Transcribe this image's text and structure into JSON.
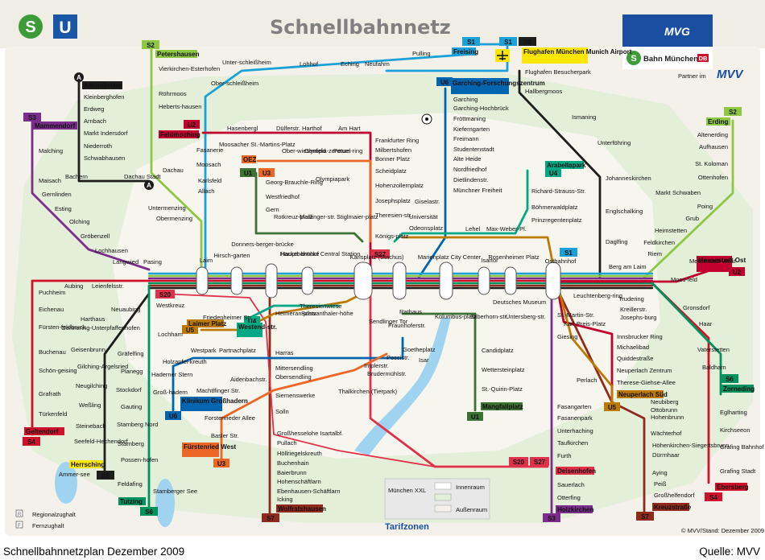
{
  "map": {
    "title": "Schnellbahnnetz",
    "operator_logo_text": "MVG",
    "sbahn_logo_text": "Bahn München",
    "db_logo_text": "DB",
    "partner_text": "Partner im",
    "mvv_logo_text": "MVV",
    "copyright": "© MVV/Stand: Dezember 2009",
    "zone_title": "Tarifzonen",
    "zone_munich_xxl": "München XXL",
    "zone_inner": "Innenraum",
    "zone_outer": "Außenraum",
    "legend_regional": "Regionalzughalt",
    "legend_long_distance": "Fernzughalt",
    "lake_ammersee": "Ammer-see",
    "lake_starnberger": "Starnberger See",
    "river_isar": "Isar",
    "olympia_label": "Olympiapark",
    "museum_label": "Deutsches Museum",
    "rathaus_label": "Rathaus"
  },
  "caption": {
    "left": "Schnellbahnnetzplan Dezember 2009",
    "right": "Quelle: MVV"
  },
  "lines": {
    "S1": {
      "label": "S1",
      "color": "#1ba0d7"
    },
    "S2": {
      "label": "S2",
      "color": "#8ec741"
    },
    "S3": {
      "label": "S3",
      "color": "#7b2d8b"
    },
    "S4": {
      "label": "S4",
      "color": "#d0112b"
    },
    "S6": {
      "label": "S6",
      "color": "#00935f"
    },
    "S7": {
      "label": "S7",
      "color": "#902a1c"
    },
    "S8": {
      "label": "S8",
      "color": "#1d1d1b"
    },
    "S20": {
      "label": "S20",
      "color": "#e0314a"
    },
    "S27": {
      "label": "S27",
      "color": "#e0314a"
    },
    "U1": {
      "label": "U1",
      "color": "#3c7233"
    },
    "U2": {
      "label": "U2",
      "color": "#c2002f"
    },
    "U3": {
      "label": "U3",
      "color": "#ec6726"
    },
    "U4": {
      "label": "U4",
      "color": "#00a984"
    },
    "U5": {
      "label": "U5",
      "color": "#bc7a00"
    },
    "U6": {
      "label": "U6",
      "color": "#0065ae"
    }
  },
  "termini": {
    "petershausen": "Petershausen",
    "altomuenster": "Altomünster",
    "mammendorf": "Mammendorf",
    "feldmoching": "Feldmoching",
    "freising": "Freising",
    "flughafen": "Flughafen München Munich Airport",
    "garching_fz": "Garching-Forschungszentrum",
    "arabellapark": "Arabellapark",
    "erding": "Erding",
    "olympiazentrum": "OEZ",
    "messestadt": "Messestadt Ost",
    "laimer_platz": "Laimer Platz",
    "westendstr": "Westend-str.",
    "klinikum": "Klinikum Großhadern",
    "fuerstenried": "Fürstenried West",
    "mangfallplatz": "Mangfallplatz",
    "geltendorf": "Geltendorf",
    "herrsching": "Herrsching",
    "tutzing": "Tutzing",
    "wolfratshausen": "Wolfratshausen",
    "deisenhofen": "Deisenhofen",
    "holzkirchen": "Holzkirchen",
    "kreuzstrasse": "Kreuzstraße",
    "ebersberg": "Ebersberg",
    "zorneding": "Zorneding",
    "neuperlach_sued": "Neuperlach Süd"
  },
  "stations": {
    "s2_nw": [
      "Vierkirchen-Esterhofen",
      "Röhrmoos",
      "Heberts-hausen",
      "Dachau Stadt",
      "Bachern",
      "Dachau"
    ],
    "s2_ne": [
      "Altenerding",
      "Aufhausen",
      "St. Koloman",
      "Ottenhofen",
      "Markt Schwaben",
      "Poing",
      "Grub",
      "Heimstetten",
      "Feldkirchen",
      "Riem"
    ],
    "a_line": [
      "Kleinberghofen",
      "Erdweg",
      "Arnbach",
      "Markt Indersdorf",
      "Niederroth",
      "Schwabhausen"
    ],
    "s3_nw": [
      "Malching",
      "Maisach",
      "Gernlinden",
      "Esting",
      "Olching",
      "Gröbenzell",
      "Lochhausen",
      "Langwied",
      "Pasing"
    ],
    "s1_north": [
      "Unter-schleißheim",
      "Ober-schleißheim",
      "Lohhof",
      "Eching",
      "Neufahrn",
      "Pulling",
      "Fasanerie",
      "Moosach",
      "Karlsfeld",
      "Allach",
      "Untermenzing",
      "Obermenzing",
      "Flughafen Besucherpark",
      "Hallbergmoos"
    ],
    "u2_north": [
      "Hasenbergl",
      "Dülferstr.",
      "Harthof",
      "Am Hart",
      "Frankfurter Ring",
      "Milbertshofen",
      "Scheidplatz",
      "Hohenzollernplatz",
      "Josephsplatz",
      "Theresien-str.",
      "Königs-platz"
    ],
    "u3_north": [
      "Moosacher St.-Martins-Platz",
      "Ober-wiesenfeld",
      "Olympia-zentrum",
      "Petuel-ring",
      "Bonner Platz"
    ],
    "u1_north": [
      "Georg-Brauchle-Ring",
      "Westfriedhof",
      "Gern",
      "Rotkreuz-platz",
      "Maillinger-str.",
      "Stiglmaier-platz"
    ],
    "u6_north": [
      "Garching",
      "Garching-Hochbrück",
      "Fröttmaning",
      "Kieferngarten",
      "Freimann",
      "Studentenstadt",
      "Alte Heide",
      "Nordfriedhof",
      "Dietlindenstr.",
      "Münchner Freiheit",
      "Giselastr.",
      "Universität",
      "Odeonsplatz"
    ],
    "u4_east": [
      "Richard-Strauss-Str.",
      "Böhmerwaldplatz",
      "Prinzregentenplatz",
      "Lehel",
      "Max-Weber-Pl."
    ],
    "s8_east": [
      "Ismaning",
      "Unterföhring",
      "Johanneskirchen",
      "Englschalking",
      "Daglfing"
    ],
    "stammstrecke": [
      "Laim",
      "Hirsch-garten",
      "Donners-berger-brücke",
      "Hacker-brücke",
      "Hauptbahnhof Central Station",
      "Karlsplatz (Stachus)",
      "Marienplatz City Center",
      "Isartor",
      "Rosenheimer Platz",
      "Ostbahnhof"
    ],
    "east_misc": [
      "Berg am Laim",
      "Leuchtenberg-ring",
      "Trudering",
      "Moos-feld",
      "Messestadt West",
      "Gronsdorf",
      "Haar",
      "Kreillerstr.",
      "Josephs-burg",
      "Vaterstetten",
      "Baldham"
    ],
    "west_s4": [
      "Aubing",
      "Leienfelsstr.",
      "Puchheim",
      "Eichenau",
      "Fürsten-feldbruck",
      "Buchenau",
      "Schön-geising",
      "Grafrath",
      "Türkenfeld"
    ],
    "west_s8": [
      "Neuaubing",
      "Westkreuz",
      "Harthaus",
      "Germering-Unterpfaffenhofen",
      "Geisenbrunn",
      "Gilching-Argelsried",
      "Neugilching",
      "Weßling",
      "Steinebach",
      "Seefeld-Hechendorf"
    ],
    "sw_s6": [
      "Lochham",
      "Gräfelfing",
      "Planegg",
      "Stockdorf",
      "Gauting",
      "Starnberg Nord",
      "Starnberg",
      "Possen-hofen",
      "Feldafing"
    ],
    "u5_west": [
      "Friedenheimer Str.",
      "Heimeran-platz",
      "Schwanthaler-höhe",
      "Theresienwiese"
    ],
    "sw_u6": [
      "Westpark",
      "Partnachplatz",
      "Holzapfel-kreuth",
      "Haderner Stern",
      "Groß-hadern",
      "Harras",
      "Implerstr.",
      "Poccistr.",
      "Goetheplatz",
      "Sendlinger Tor",
      "Fraunhoferstr."
    ],
    "u3_south": [
      "Aidenbachstr.",
      "Machtlfinger Str.",
      "Forstenrieder Allee",
      "Basler Str.",
      "Brudermühlstr.",
      "Thalkirchen (Tierpark)",
      "Obersendling",
      "Mittersendling",
      "Siemenswerke",
      "Solln"
    ],
    "s7_south": [
      "Großhesselohe Isartalbf.",
      "Pullach",
      "Höllriegelskreuth",
      "Buchenhain",
      "Baierbrunn",
      "Hohenschäftlarn",
      "Ebenhausen-Schäftlarn",
      "Icking"
    ],
    "u1u2_south": [
      "Kolumbus-platz",
      "Silberhorn-str.",
      "Untersberg-str.",
      "Candidplatz",
      "Wettersteinplatz",
      "St.-Quirin-Platz"
    ],
    "s3_south": [
      "St.-Martin-Str.",
      "Karl-Preis-Platz",
      "Giesing",
      "Perlach",
      "Fasangarten",
      "Fasanenpark",
      "Unterhaching",
      "Taufkirchen",
      "Furth",
      "Sauerlach",
      "Otterfing"
    ],
    "u2_se": [
      "Innsbrucker Ring",
      "Michaelibad",
      "Quiddestraße",
      "Neuperlach Zentrum",
      "Therese-Giehse-Allee"
    ],
    "s7_se": [
      "Neubiberg",
      "Ottobrunn",
      "Hohenbrunn",
      "Wächterhof",
      "Höhenkirchen-Siegertsbrunn",
      "Dürrnhaar",
      "Aying",
      "Peiß",
      "Großhelfendorf"
    ],
    "s6_e": [
      "Eglharting",
      "Kirchseeon",
      "Grafing Bahnhof",
      "Grafing Stadt"
    ]
  }
}
